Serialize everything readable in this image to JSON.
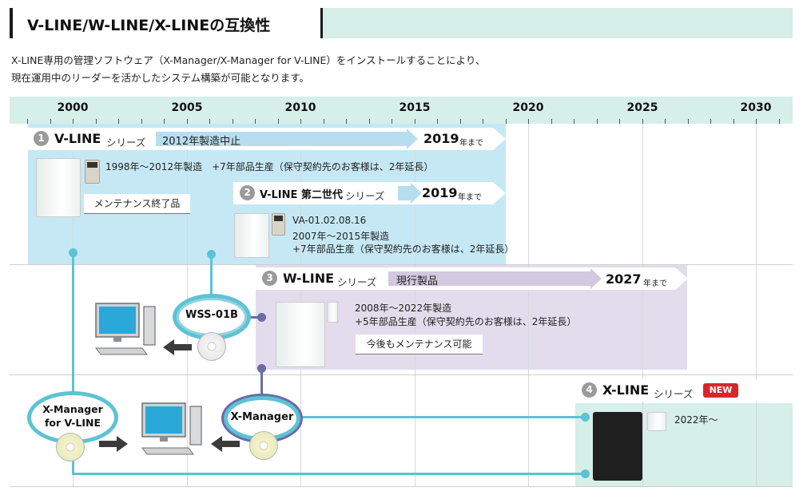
{
  "title": "V-LINE/W-LINE/X-LINEの互換性",
  "intro": [
    "X-LINE専用の管理ソフトウェア（X-Manager/X-Manager for V-LINE）をインストールすることにより、",
    "現在運用中のリーダーを活かしたシステム構築が可能となります。"
  ],
  "timeline": {
    "years": [
      "2000",
      "2005",
      "2010",
      "2015",
      "2020",
      "2025",
      "2030"
    ]
  },
  "series": [
    {
      "num": "1",
      "name": "V-LINE",
      "suffix": "シリーズ",
      "status": "2012年製造中止",
      "end_year": "2019",
      "end_suffix": "年まで",
      "desc": [
        "1998年～2012年製造　+7年部品生産（保守契約先のお客様は、2年延長）"
      ],
      "label": "メンテナンス終了品"
    },
    {
      "num": "2",
      "name": "V-LINE 第二世代",
      "suffix": "シリーズ",
      "end_year": "2019",
      "end_suffix": "年まで",
      "desc": [
        "VA-01.02.08.16",
        "2007年～2015年製造",
        "+7年部品生産（保守契約先のお客様は、2年延長）"
      ]
    },
    {
      "num": "3",
      "name": "W-LINE",
      "suffix": "シリーズ",
      "status": "現行製品",
      "end_year": "2027",
      "end_suffix": "年まで",
      "desc": [
        "2008年～2022年製造",
        "+5年部品生産（保守契約先のお客様は、2年延長）"
      ],
      "label": "今後もメンテナンス可能"
    },
    {
      "num": "4",
      "name": "X-LINE",
      "suffix": "シリーズ",
      "badge": "NEW",
      "desc": [
        "2022年～"
      ]
    }
  ],
  "software": {
    "wss": "WSS-01B",
    "xm_vline": [
      "X-Manager",
      "for V-LINE"
    ],
    "xm": "X-Manager"
  },
  "colors": {
    "header_band": "#d6efe8",
    "vline_region": "#c6e8f5",
    "wline_region": "#e3dcec",
    "xline_region": "#d6efe8",
    "connector_cyan": "#5cc3d4",
    "connector_purple": "#6b6ba8",
    "new_badge": "#d9262c"
  },
  "icons": [
    "computer-icon",
    "cd-icon",
    "left-arrow-icon",
    "right-arrow-icon",
    "controller-icon",
    "reader-icon"
  ]
}
